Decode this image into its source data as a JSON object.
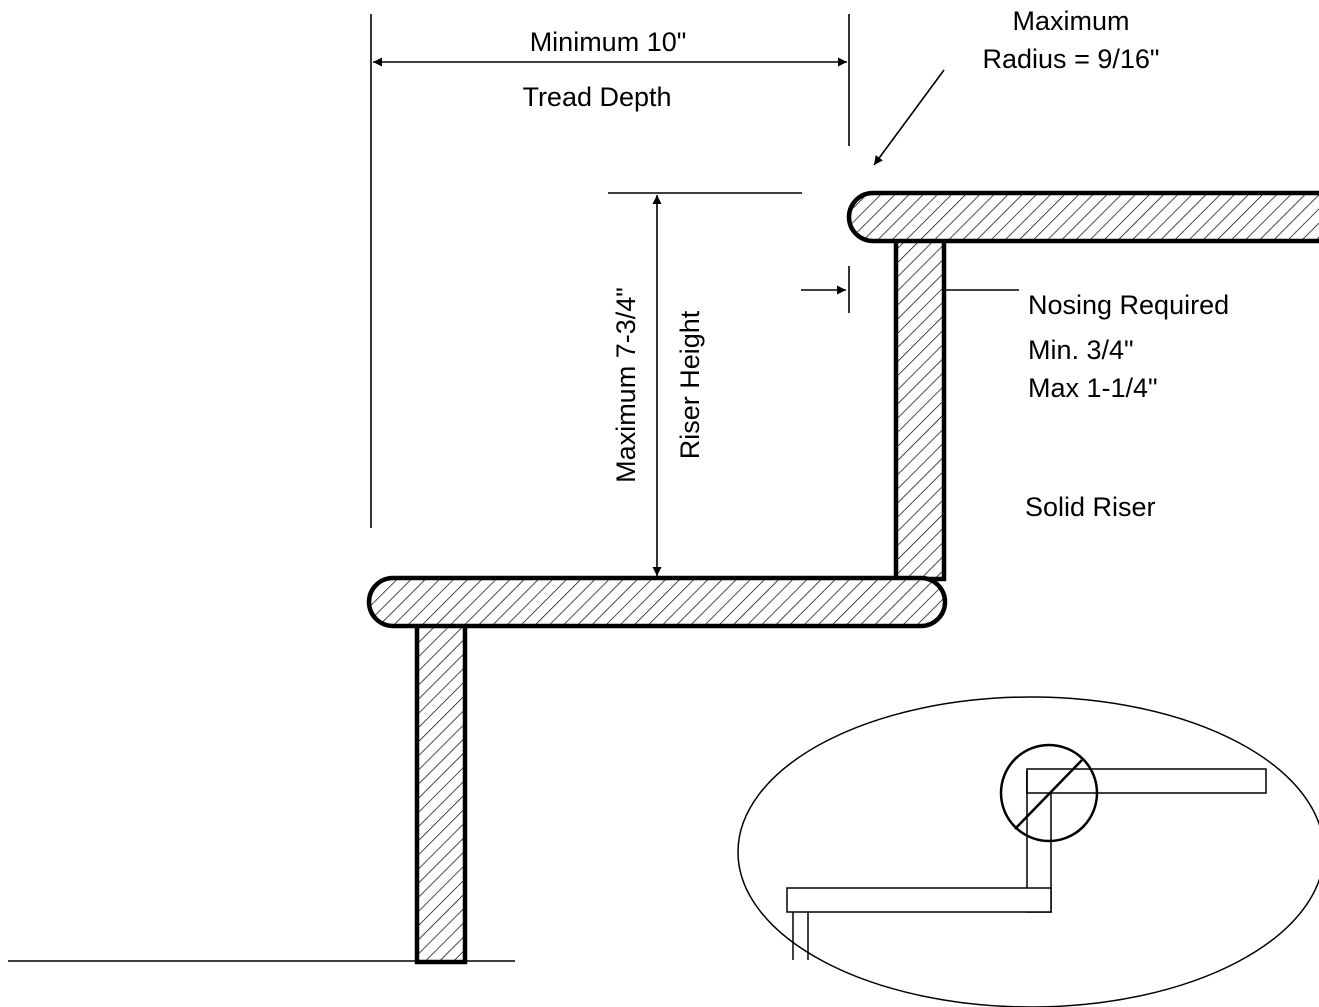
{
  "labels": {
    "tread_min": "Minimum 10\"",
    "tread_depth": "Tread Depth",
    "radius_line1": "Maximum",
    "radius_line2": "Radius = 9/16\"",
    "riser_max": "Maximum 7-3/4\"",
    "riser_height": "Riser Height",
    "nosing_required": "Nosing Required",
    "nosing_min": "Min. 3/4\"",
    "nosing_max": "Max 1-1/4\"",
    "solid_riser": "Solid Riser"
  },
  "colors": {
    "line": "#000000",
    "background": "#ffffff"
  }
}
